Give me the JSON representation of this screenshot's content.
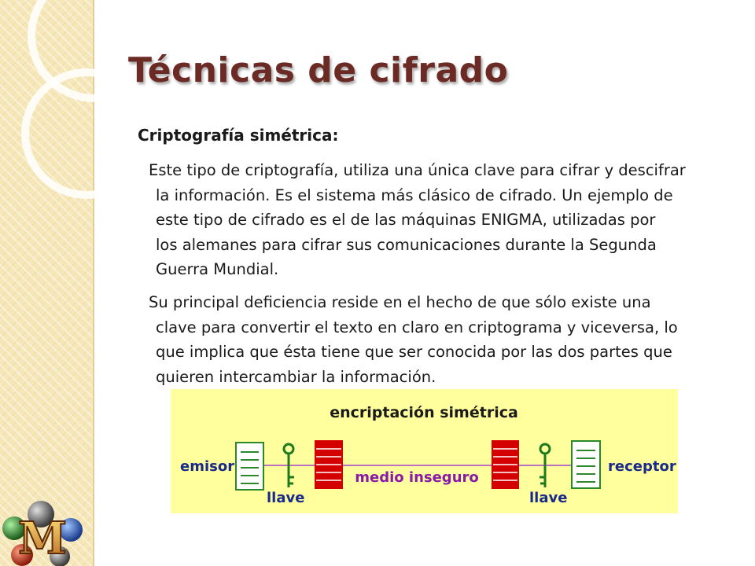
{
  "slide": {
    "title": "Técnicas de cifrado",
    "subtitle": "Criptografía simétrica:",
    "paragraph1": [
      "Este tipo de criptografía, utiliza una única clave para cifrar y descifrar",
      "la información. Es el sistema más clásico de cifrado. Un ejemplo de",
      "este tipo de cifrado es el de las máquinas ENIGMA, utilizadas por",
      "los alemanes para cifrar sus comunicaciones durante la Segunda",
      "Guerra Mundial."
    ],
    "paragraph2": [
      "Su principal deficiencia reside en el hecho de que sólo existe una",
      "clave para convertir el texto en claro en criptograma y viceversa, lo",
      "que implica que ésta tiene que ser conocida por las dos partes que",
      "quieren intercambiar la información."
    ]
  },
  "diagram": {
    "title": "encriptación simétrica",
    "sender": "emisor",
    "receiver": "receptor",
    "channel": "medio inseguro",
    "key_left": "llave",
    "key_right": "llave",
    "colors": {
      "background": "#ffff9e",
      "title": "#1a1a1a",
      "side_labels": "#1a2a8a",
      "channel": "#8a1aa8",
      "encrypted_block": "#d40000",
      "document_border": "#2a8a2a",
      "key": "#1f7a1f",
      "line": "#c070c0"
    }
  },
  "decor": {
    "logo_letter": "M"
  }
}
